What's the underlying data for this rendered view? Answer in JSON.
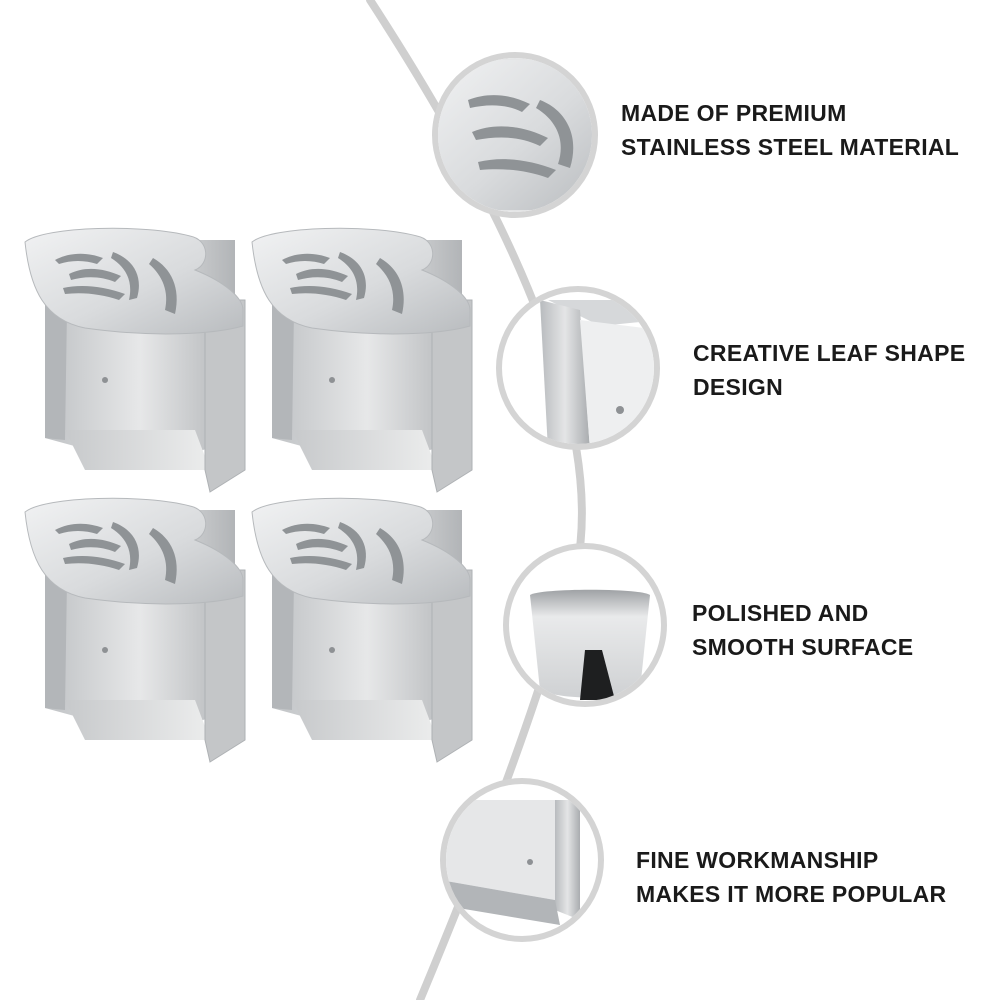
{
  "features": [
    {
      "lines": [
        "MADE OF PREMIUM",
        "STAINLESS STEEL MATERIAL"
      ],
      "icon": "leaf-cutout-detail"
    },
    {
      "lines": [
        "CREATIVE LEAF SHAPE",
        "DESIGN"
      ],
      "icon": "clip-edge-detail"
    },
    {
      "lines": [
        "POLISHED AND",
        "SMOOTH SURFACE"
      ],
      "icon": "curved-surface-detail"
    },
    {
      "lines": [
        "FINE WORKMANSHIP",
        "MAKES IT MORE POPULAR"
      ],
      "icon": "clip-corner-detail"
    }
  ],
  "product": {
    "name": "leaf tablecloth clip",
    "count": 4,
    "material_color": "#c9cbcd"
  },
  "colors": {
    "arc": "#cfcfcf",
    "text": "#1a1a1a",
    "background": "#ffffff",
    "steel_light": "#e9eaeb",
    "steel_dark": "#9a9da0"
  }
}
